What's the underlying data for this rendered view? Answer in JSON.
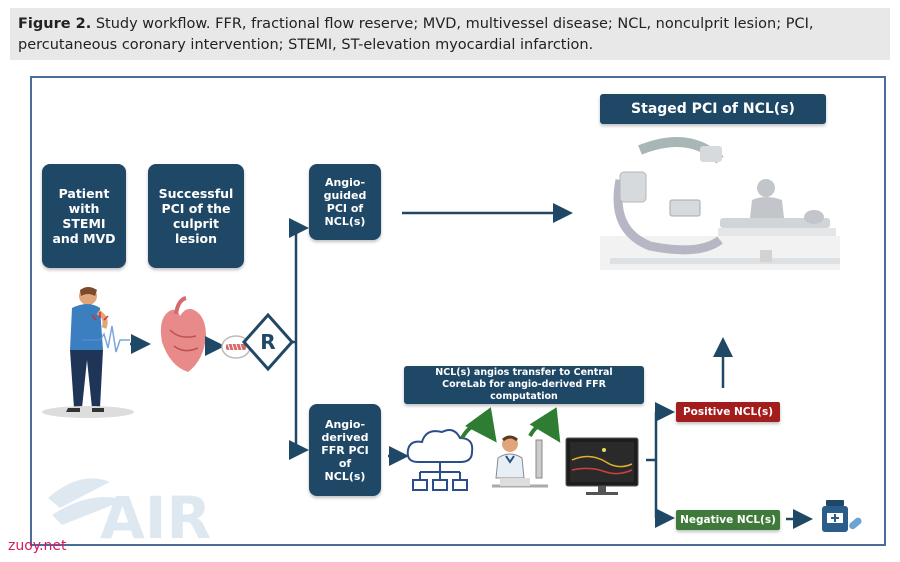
{
  "caption": {
    "figure_label": "Figure 2.",
    "text": " Study workflow. FFR, fractional flow reserve; MVD, multivessel disease; NCL, nonculprit lesion; PCI, percutaneous coronary intervention; STEMI, ST-elevation myocardial infarction."
  },
  "boxes": {
    "patient": "Patient with STEMI and MVD",
    "successful_pci": "Successful PCI of the culprit lesion",
    "angio_guided": "Angio-guided PCI of NCL(s)",
    "angio_derived": "Angio-derived FFR PCI of NCL(s)",
    "staged_pci": "Staged PCI of NCL(s)",
    "transfer": "NCL(s) angios transfer to Central CoreLab for angio-derived FFR computation",
    "positive": "Positive NCL(s)",
    "negative": "Negative NCL(s)"
  },
  "randomization_label": "R",
  "logo_text": "AIR",
  "watermark": "zuoy.net",
  "colors": {
    "box": "#1f4866",
    "positive": "#a31d1d",
    "negative": "#3f7a3a",
    "arrow": "#1f4866",
    "green_arrow": "#2e7d32",
    "frame": "#4a6d9c"
  },
  "icons": [
    "patient-chest-pain-icon",
    "heart-icon",
    "stent-icon",
    "cath-lab-icon",
    "cloud-network-icon",
    "doctor-computer-icon",
    "ffr-monitor-icon",
    "medication-icon"
  ]
}
